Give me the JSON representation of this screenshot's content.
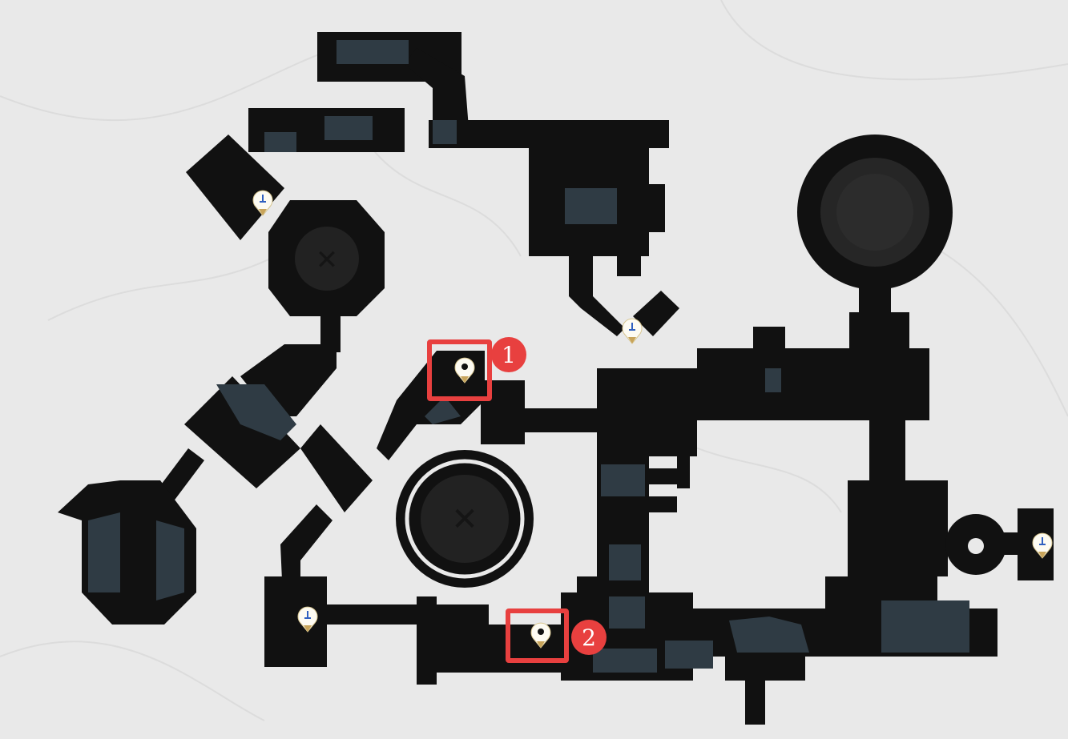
{
  "map": {
    "colors": {
      "background": "#e9e9e9",
      "walls": "#111111",
      "floor_detail": "#2f3b44",
      "callout": "#e8403f",
      "marker_fill": "#fdfbf2",
      "marker_tip": "#c8a45a"
    },
    "markers": [
      {
        "type": "figure",
        "icon": "blue-figure-icon"
      },
      {
        "type": "figure",
        "icon": "blue-figure-icon"
      },
      {
        "type": "figure",
        "icon": "blue-figure-icon"
      },
      {
        "type": "figure",
        "icon": "blue-figure-icon"
      },
      {
        "type": "item",
        "icon": "black-item-icon"
      },
      {
        "type": "item",
        "icon": "black-item-icon"
      }
    ],
    "callouts": [
      {
        "label": "1"
      },
      {
        "label": "2"
      }
    ]
  }
}
